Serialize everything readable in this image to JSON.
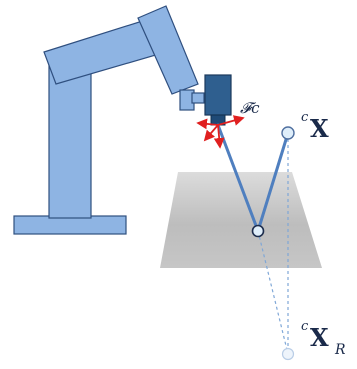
{
  "labels": {
    "camera_frame": "𝓕c",
    "point_X_sup": "c",
    "point_X_main": "X",
    "reflected_X_sup": "c",
    "reflected_X_main": "X",
    "reflected_X_sub": "R"
  },
  "colors": {
    "robot_fill": "#8eb4e3",
    "robot_stroke": "#2f4f7f",
    "camera_fill": "#2f5f8f",
    "ray_line": "#4f7fbf",
    "dashed_line": "#7fa7d7",
    "axis_arrows": "#e02020",
    "text": "#1a2a4a",
    "point_fill": "#dfeefa"
  }
}
